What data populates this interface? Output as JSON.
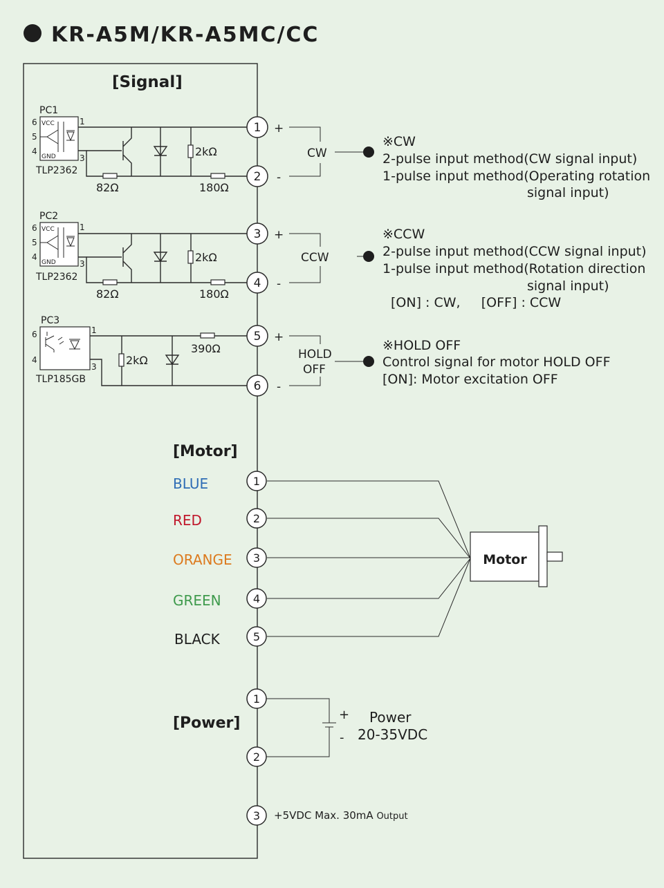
{
  "title": "KR-A5M/KR-A5MC/CC",
  "colors": {
    "blue": "#2f6db5",
    "red": "#c0172b",
    "orange": "#dc7a1e",
    "green": "#3e9a4c",
    "black": "#1e1e1e",
    "background": "#e8f2e6"
  },
  "signal": {
    "heading": "[Signal]",
    "pc1": {
      "name": "PC1",
      "part": "TLP2362",
      "pins": [
        "6",
        "5",
        "4",
        "1",
        "3"
      ],
      "vcc": "VCC",
      "gnd": "GND",
      "r1": "82Ω",
      "r2": "180Ω",
      "r3": "2kΩ"
    },
    "pc2": {
      "name": "PC2",
      "part": "TLP2362",
      "pins": [
        "6",
        "5",
        "4",
        "1",
        "3"
      ],
      "vcc": "VCC",
      "gnd": "GND",
      "r1": "82Ω",
      "r2": "180Ω",
      "r3": "2kΩ"
    },
    "pc3": {
      "name": "PC3",
      "part": "TLP185GB",
      "pins": [
        "6",
        "4",
        "1",
        "3"
      ],
      "r1": "2kΩ",
      "r2": "390Ω"
    },
    "terminals": [
      "1",
      "2",
      "3",
      "4",
      "5",
      "6"
    ],
    "plus": "+",
    "minus": "-",
    "cw": {
      "label": "CW",
      "title": "※CW",
      "line1": "2-pulse input method(CW signal input)",
      "line2": "1-pulse input method(Operating rotation",
      "line3": "signal input)"
    },
    "ccw": {
      "label": "CCW",
      "title": "※CCW",
      "line1": "2-pulse input method(CCW signal input)",
      "line2": "1-pulse input method(Rotation direction",
      "line3": "signal input)",
      "line4": "[ON] : CW,     [OFF] : CCW"
    },
    "hold": {
      "label1": "HOLD",
      "label2": "OFF",
      "title": "※HOLD OFF",
      "line1": "Control signal for motor HOLD OFF",
      "line2": "[ON]: Motor excitation OFF"
    }
  },
  "motor": {
    "heading": "[Motor]",
    "wires": [
      {
        "num": "1",
        "label": "BLUE"
      },
      {
        "num": "2",
        "label": "RED"
      },
      {
        "num": "3",
        "label": "ORANGE"
      },
      {
        "num": "4",
        "label": "GREEN"
      },
      {
        "num": "5",
        "label": "BLACK"
      }
    ],
    "box_label": "Motor"
  },
  "power": {
    "heading": "[Power]",
    "terminals": [
      "1",
      "2",
      "3"
    ],
    "plus": "+",
    "minus": "-",
    "label": "Power",
    "voltage": "20-35VDC",
    "output_main": "+5VDC Max. 30mA",
    "output_suffix": "Output"
  }
}
